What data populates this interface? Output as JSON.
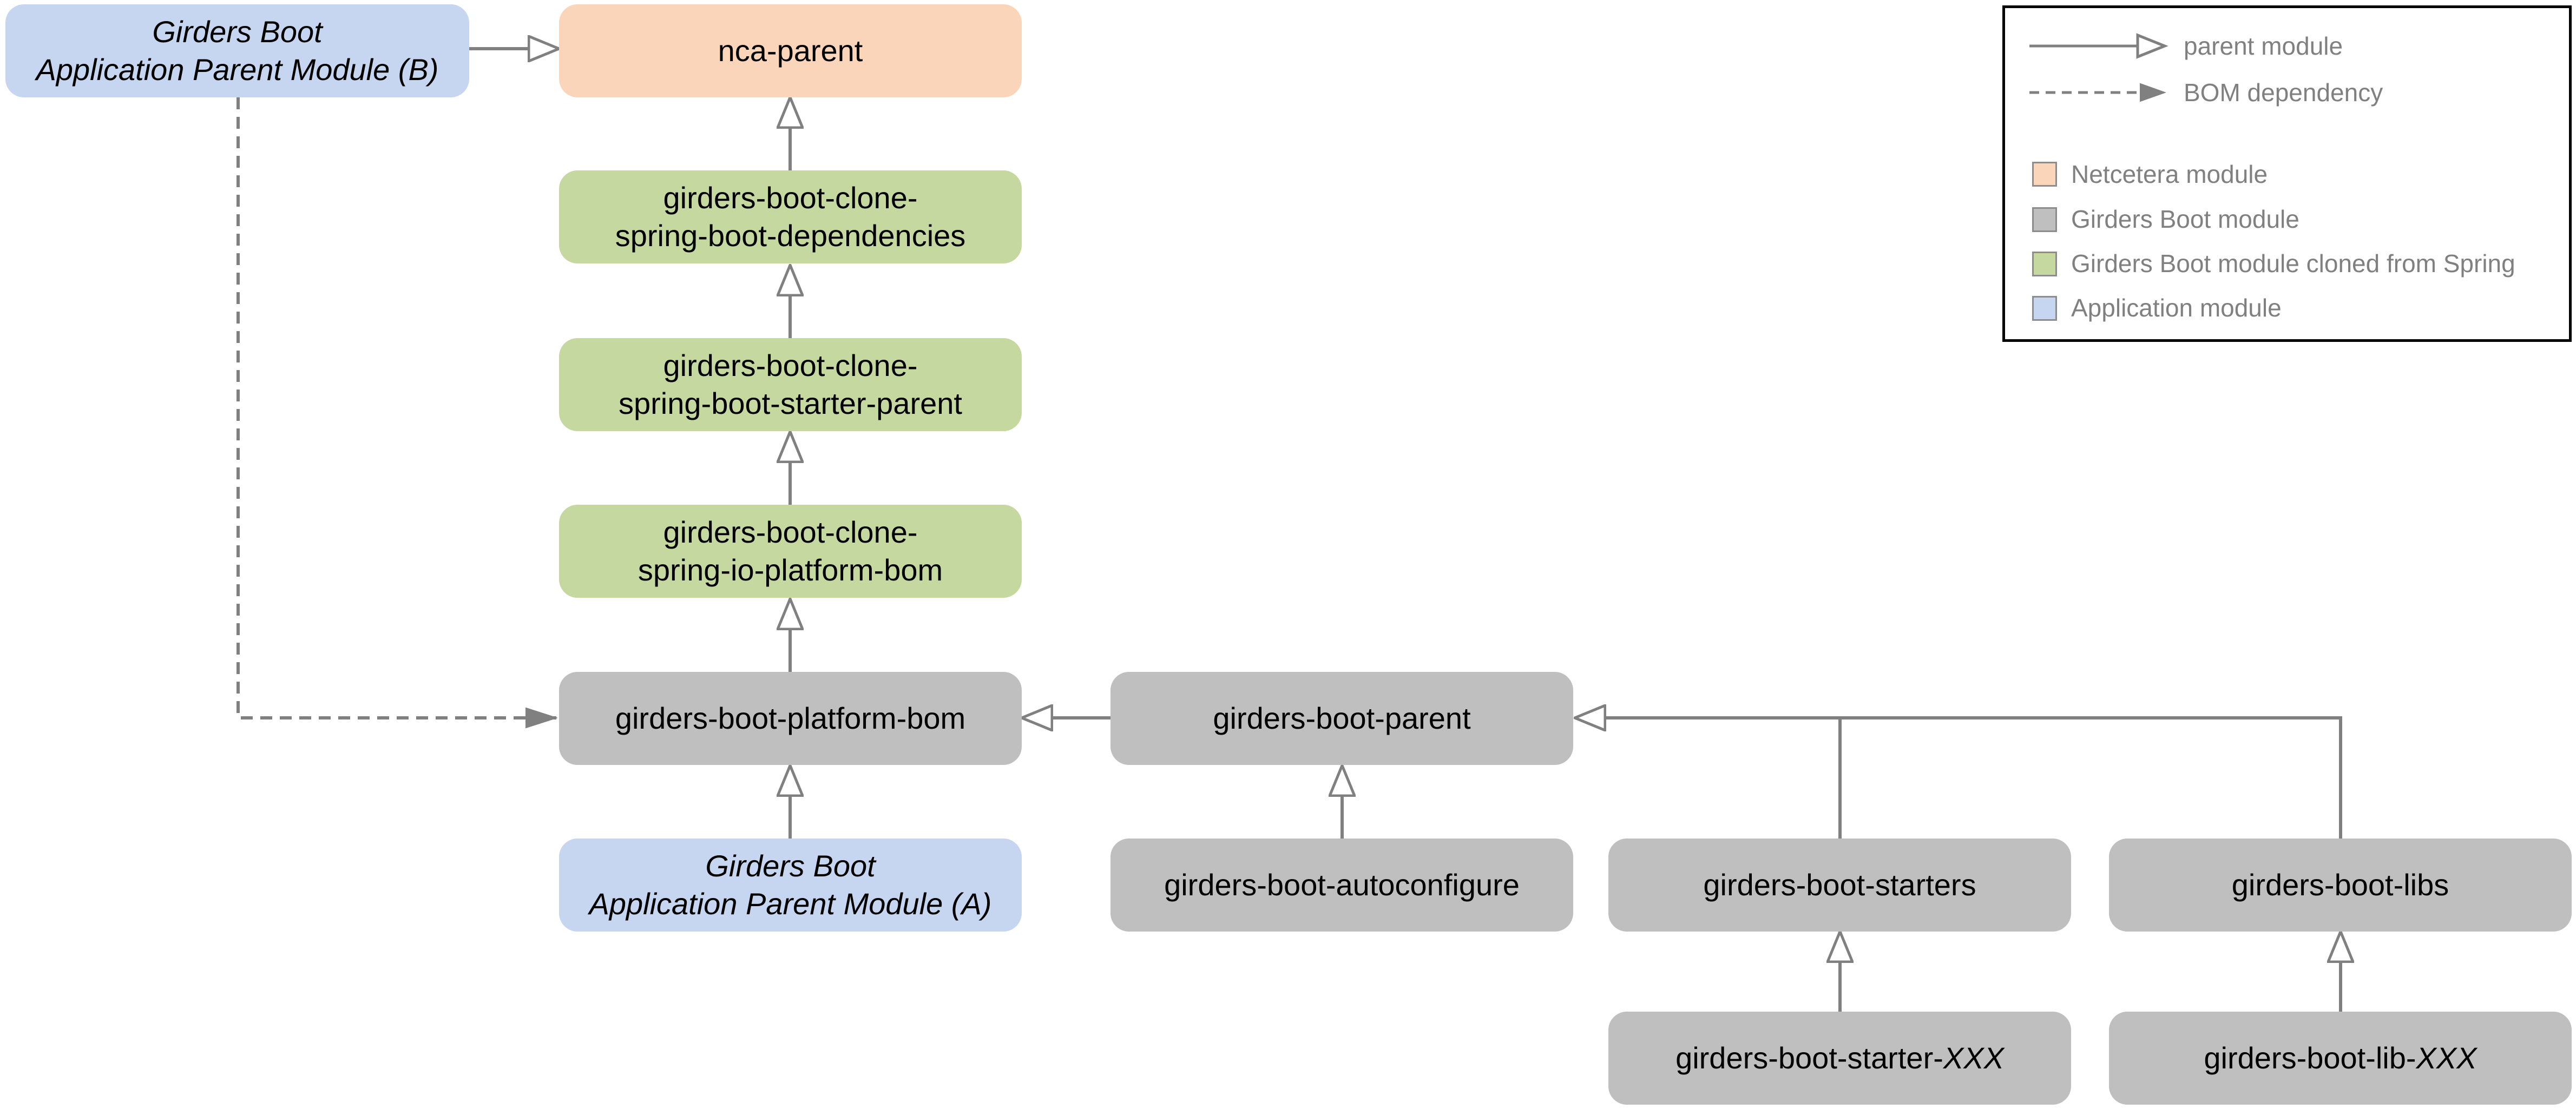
{
  "nodes": {
    "nca_parent": {
      "lines": [
        "nca-parent"
      ],
      "color": "#fbd5b9"
    },
    "clone_dependencies": {
      "lines": [
        "girders-boot-clone-",
        "spring-boot-dependencies"
      ],
      "color": "#c5d8a0"
    },
    "clone_starter_parent": {
      "lines": [
        "girders-boot-clone-",
        "spring-boot-starter-parent"
      ],
      "color": "#c5d8a0"
    },
    "clone_platform_bom": {
      "lines": [
        "girders-boot-clone-",
        "spring-io-platform-bom"
      ],
      "color": "#c5d8a0"
    },
    "platform_bom": {
      "lines": [
        "girders-boot-platform-bom"
      ],
      "color": "#bfbfbf"
    },
    "parent": {
      "lines": [
        "girders-boot-parent"
      ],
      "color": "#bfbfbf"
    },
    "autoconfigure": {
      "lines": [
        "girders-boot-autoconfigure"
      ],
      "color": "#bfbfbf"
    },
    "starters": {
      "lines": [
        "girders-boot-starters"
      ],
      "color": "#bfbfbf"
    },
    "libs": {
      "lines": [
        "girders-boot-libs"
      ],
      "color": "#bfbfbf"
    },
    "starter_xxx": {
      "prefix": "girders-boot-starter-",
      "suffix": "XXX",
      "color": "#bfbfbf"
    },
    "lib_xxx": {
      "prefix": "girders-boot-lib-",
      "suffix": "XXX",
      "color": "#bfbfbf"
    },
    "app_parent_a": {
      "lines": [
        "Girders Boot",
        "Application Parent Module (A)"
      ],
      "color": "#c6d6f0"
    },
    "app_parent_b": {
      "lines": [
        "Girders Boot",
        "Application Parent Module (B)"
      ],
      "color": "#c6d6f0"
    }
  },
  "legend": {
    "parent_module": "parent module",
    "bom_dependency": "BOM dependency",
    "netcetera_module": "Netcetera module",
    "girders_boot_module": "Girders Boot module",
    "cloned_from_spring": "Girders Boot module cloned from Spring",
    "application_module": "Application module"
  },
  "colors": {
    "netcetera": "#fbd5b9",
    "girders_boot": "#bfbfbf",
    "cloned": "#c5d8a0",
    "application": "#c6d6f0",
    "connector": "#808080",
    "legend_text": "#808080"
  },
  "edges": [
    {
      "from": "app_parent_b",
      "to": "nca_parent",
      "kind": "parent module"
    },
    {
      "from": "clone_dependencies",
      "to": "nca_parent",
      "kind": "parent module"
    },
    {
      "from": "clone_starter_parent",
      "to": "clone_dependencies",
      "kind": "parent module"
    },
    {
      "from": "clone_platform_bom",
      "to": "clone_starter_parent",
      "kind": "parent module"
    },
    {
      "from": "platform_bom",
      "to": "clone_platform_bom",
      "kind": "parent module"
    },
    {
      "from": "app_parent_a",
      "to": "platform_bom",
      "kind": "parent module"
    },
    {
      "from": "parent",
      "to": "platform_bom",
      "kind": "parent module"
    },
    {
      "from": "autoconfigure",
      "to": "parent",
      "kind": "parent module"
    },
    {
      "from": "starters",
      "to": "parent",
      "kind": "parent module"
    },
    {
      "from": "libs",
      "to": "parent",
      "kind": "parent module"
    },
    {
      "from": "starter_xxx",
      "to": "starters",
      "kind": "parent module"
    },
    {
      "from": "lib_xxx",
      "to": "libs",
      "kind": "parent module"
    },
    {
      "from": "app_parent_b",
      "to": "platform_bom",
      "kind": "BOM dependency"
    }
  ]
}
